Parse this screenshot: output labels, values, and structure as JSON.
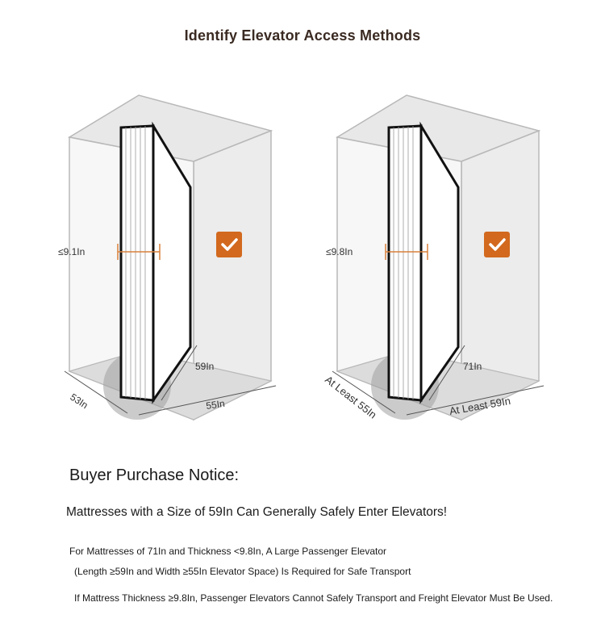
{
  "title": "Identify Elevator Access Methods",
  "left_diagram": {
    "thickness": "≤9.1In",
    "width": "59In",
    "depth": "53In",
    "length": "55In",
    "check_icon": "checkmark-icon"
  },
  "right_diagram": {
    "thickness": "≤9.8In",
    "width": "71In",
    "depth": "At Least 55In",
    "length": "At Least 59In",
    "check_icon": "checkmark-icon"
  },
  "colors": {
    "accent_orange": "#d2691e",
    "dimension_line": "#d9803a",
    "box_edge": "#b8b8b8"
  },
  "notice": {
    "title": "Buyer Purchase Notice:",
    "main": "Mattresses with a Size of 59In Can Generally Safely Enter Elevators!",
    "detail_1": "For Mattresses of 71In and Thickness <9.8In, A Large Passenger Elevator",
    "detail_2": "(Length ≥59In and Width ≥55In Elevator Space) Is Required for Safe Transport",
    "detail_3": "If Mattress Thickness ≥9.8In, Passenger Elevators Cannot Safely Transport and Freight Elevator Must Be Used."
  }
}
